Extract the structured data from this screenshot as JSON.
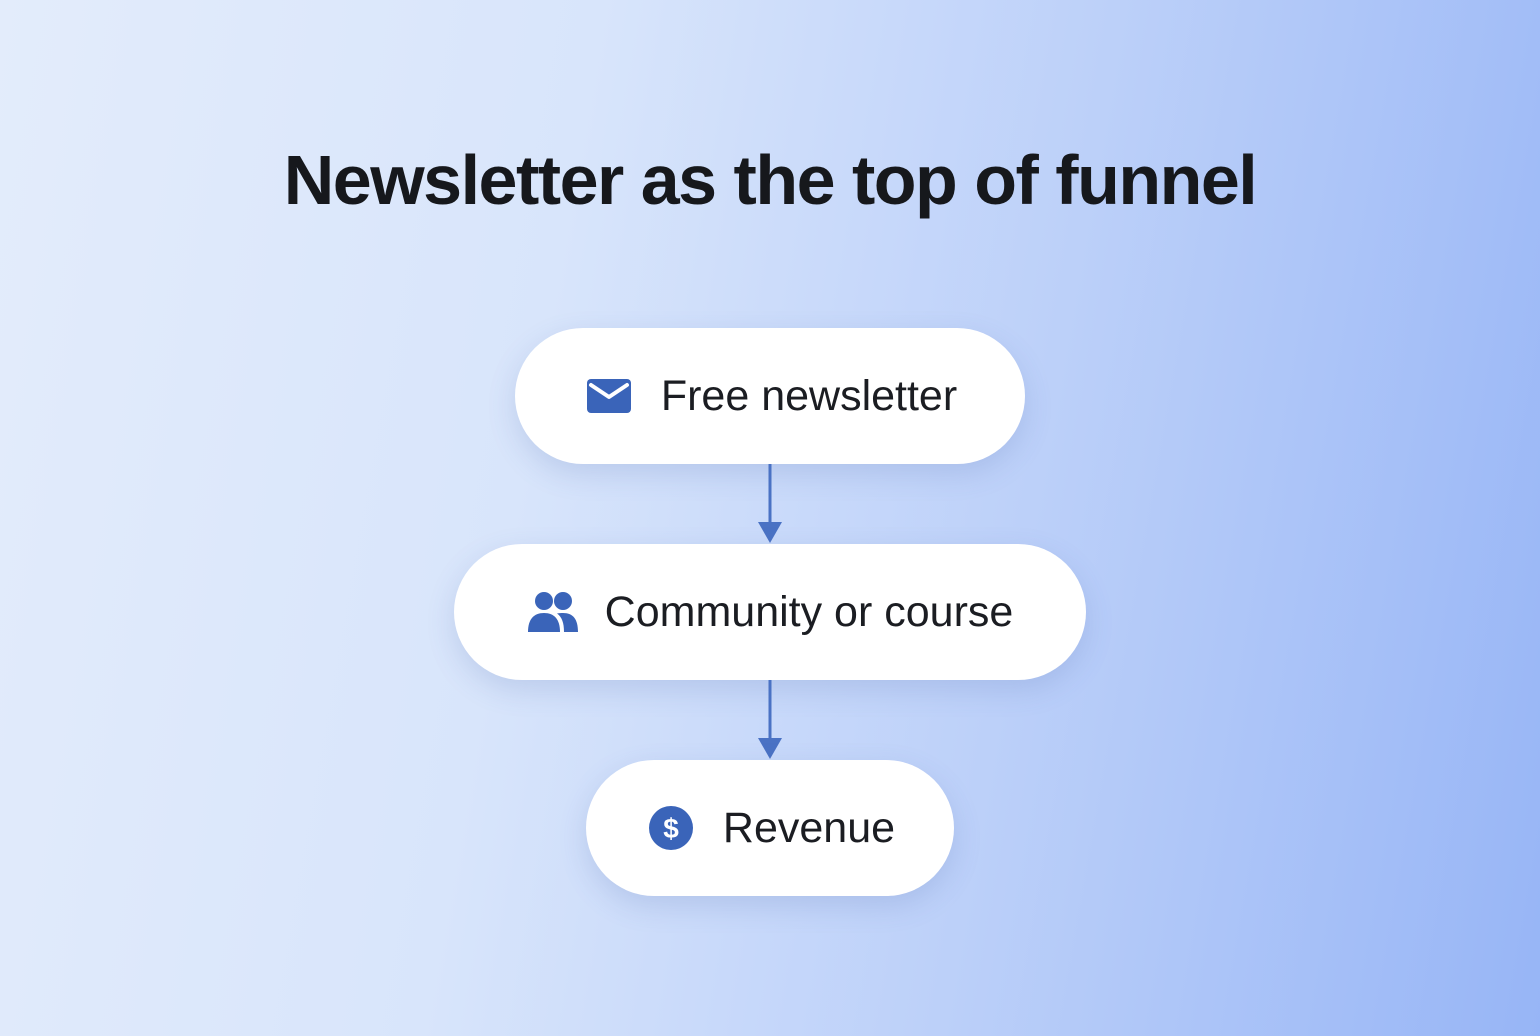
{
  "title": "Newsletter as the top of funnel",
  "accent_color": "#3a64b9",
  "steps": [
    {
      "label": "Free newsletter",
      "icon": "envelope-icon"
    },
    {
      "label": "Community or course",
      "icon": "people-icon"
    },
    {
      "label": "Revenue",
      "icon": "dollar-coin-icon"
    }
  ]
}
